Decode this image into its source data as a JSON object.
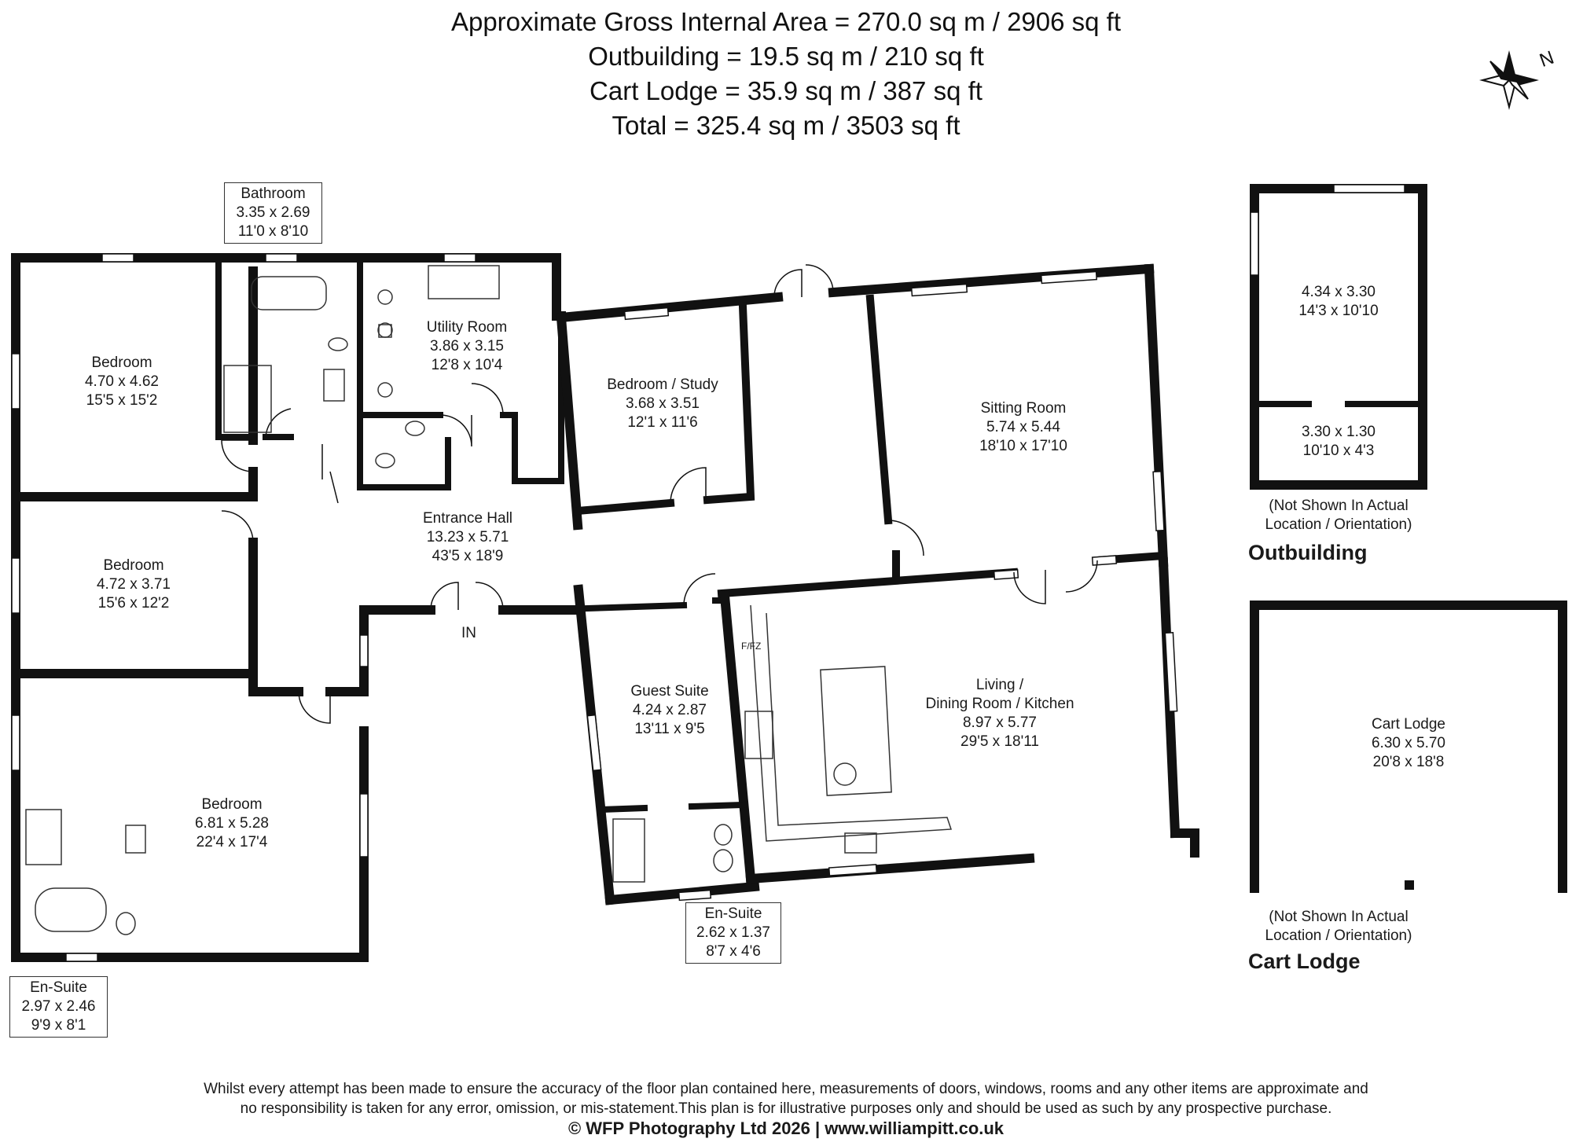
{
  "header": {
    "line1": "Approximate Gross Internal Area = 270.0 sq m / 2906 sq ft",
    "line2": "Outbuilding = 19.5 sq m / 210 sq ft",
    "line3": "Cart Lodge = 35.9 sq m / 387 sq ft",
    "line4": "Total = 325.4 sq m / 3503 sq ft"
  },
  "compass": {
    "label": "N",
    "icon": "north-arrow-icon"
  },
  "rooms": {
    "bedroom1": {
      "name": "Bedroom",
      "metric": "4.70 x 4.62",
      "imperial": "15'5 x 15'2"
    },
    "bathroom": {
      "name": "Bathroom",
      "metric": "3.35 x 2.69",
      "imperial": "11'0 x 8'10"
    },
    "utility": {
      "name": "Utility Room",
      "metric": "3.86 x 3.15",
      "imperial": "12'8 x 10'4"
    },
    "study": {
      "name": "Bedroom / Study",
      "metric": "3.68 x 3.51",
      "imperial": "12'1 x 11'6"
    },
    "sitting": {
      "name": "Sitting Room",
      "metric": "5.74 x 5.44",
      "imperial": "18'10 x 17'10"
    },
    "hall": {
      "name": "Entrance Hall",
      "metric": "13.23 x 5.71",
      "imperial": "43'5 x 18'9"
    },
    "bedroom2": {
      "name": "Bedroom",
      "metric": "4.72 x 3.71",
      "imperial": "15'6 x 12'2"
    },
    "bedroom3": {
      "name": "Bedroom",
      "metric": "6.81 x 5.28",
      "imperial": "22'4 x 17'4"
    },
    "ensuite1": {
      "name": "En-Suite",
      "metric": "2.97 x 2.46",
      "imperial": "9'9 x 8'1"
    },
    "guest": {
      "name": "Guest Suite",
      "metric": "4.24 x 2.87",
      "imperial": "13'11 x 9'5"
    },
    "ensuite2": {
      "name": "En-Suite",
      "metric": "2.62 x 1.37",
      "imperial": "8'7 x 4'6"
    },
    "living": {
      "name1": "Living /",
      "name2": "Dining Room / Kitchen",
      "metric": "8.97 x 5.77",
      "imperial": "29'5 x 18'11"
    },
    "out1": {
      "metric": "4.34 x 3.30",
      "imperial": "14'3 x 10'10"
    },
    "out2": {
      "metric": "3.30 x 1.30",
      "imperial": "10'10 x 4'3"
    },
    "cart": {
      "name": "Cart Lodge",
      "metric": "6.30 x 5.70",
      "imperial": "20'8 x 18'8"
    }
  },
  "labels": {
    "entrance": "IN",
    "fridge": "F/FZ",
    "note_line1": "(Not Shown In Actual",
    "note_line2": "Location / Orientation)",
    "outbuilding": "Outbuilding",
    "cart_lodge": "Cart Lodge"
  },
  "footer": {
    "disclaimer1": "Whilst every attempt has been made to ensure the accuracy of the floor plan contained here, measurements of doors, windows, rooms and any other items are approximate and",
    "disclaimer2": "no responsibility is taken for any error, omission, or mis-statement.This plan is for illustrative purposes only and should be used as such by any prospective purchase.",
    "copyright": "© WFP Photography Ltd 2026 | www.williampitt.co.uk"
  }
}
